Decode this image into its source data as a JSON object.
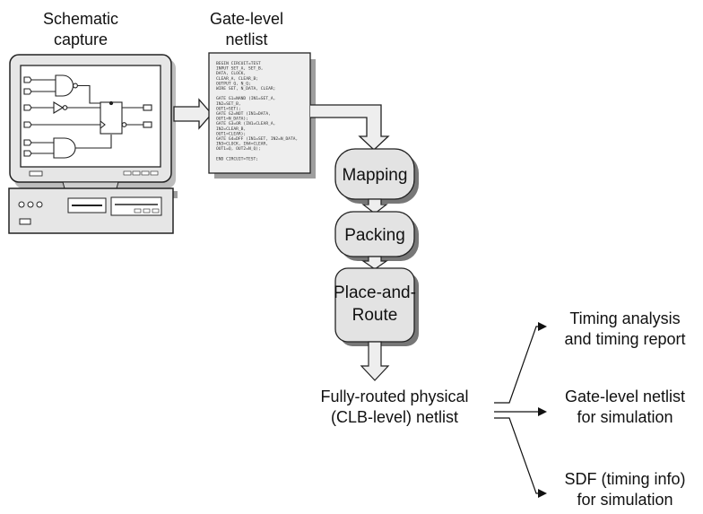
{
  "labels": {
    "schematic_capture": [
      "Schematic",
      "capture"
    ],
    "gate_level_netlist": [
      "Gate-level",
      "netlist"
    ],
    "routed_netlist": [
      "Fully-routed physical",
      "(CLB-level) netlist"
    ]
  },
  "stages": {
    "mapping": [
      "Mapping"
    ],
    "packing": [
      "Packing"
    ],
    "place_and_route": [
      "Place-and-",
      "Route"
    ]
  },
  "outputs": {
    "timing": [
      "Timing analysis",
      "and timing report"
    ],
    "gate_netlist": [
      "Gate-level netlist",
      "for simulation"
    ],
    "sdf": [
      "SDF (timing info)",
      "for simulation"
    ]
  },
  "netlist_text": [
    "BEGIN CIRCUIT=TEST",
    "  INPUT  SET_A, SET_B,",
    "         DATA, CLOCK,",
    "         CLEAR_A, CLEAR_B;",
    "  OUTPUT Q, N_Q;",
    "  WIRE   SET, N_DATA, CLEAR;",
    "",
    "  GATE G1=NAND  (IN1=SET_A,",
    "                 IN2=SET_B,",
    "                 OUT1=SET);",
    "  GATE G2=NOT   (IN1=DATA,",
    "                 OUT1=N_DATA);",
    "  GATE G3=OR    (IN1=CLEAR_A,",
    "                 IN2=CLEAR_B,",
    "                 OUT1=CLEAR);",
    "  GATE G4=DFF   (IN1=SET, IN2=N_DATA,",
    "                 IN3=CLOCK, IN4=CLEAR,",
    "                 OUT1=Q, OUT2=N_Q);",
    "",
    "END CIRCUIT=TEST;"
  ]
}
